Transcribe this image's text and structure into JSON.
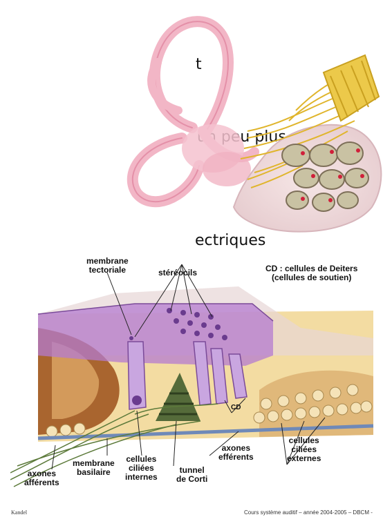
{
  "text_fragments": [
    "t",
    "un peu plus",
    "ectriques"
  ],
  "labels": {
    "membrane_tectoriale": [
      "membrane",
      "tectoriale"
    ],
    "stereocils": "stéréocils",
    "cd_legend": [
      "CD : cellules de Deiters",
      "(cellules de soutien)"
    ],
    "cd": "CD",
    "axones_afferents": [
      "axones",
      "afférents"
    ],
    "membrane_basilaire": [
      "membrane",
      "basilaire"
    ],
    "cellules_ciliees_internes": [
      "cellules",
      "ciliées",
      "internes"
    ],
    "tunnel_de_corti": [
      "tunnel",
      "de Corti"
    ],
    "axones_efferents": [
      "axones",
      "efférents"
    ],
    "cellules_ciliees_externes": [
      "cellules",
      "ciliées",
      "externes"
    ]
  },
  "footer": {
    "source": "Kandel",
    "course": "Cours système auditif – année 2004-2005 – DBCM -"
  },
  "colors": {
    "canal_pink": "#f2b6c6",
    "nerve_yellow": "#e9c43c",
    "membrane_purple": "#b47bd0",
    "hair_cell_lilac": "#c9a6e0",
    "tissue_brown": "#a9652f",
    "tissue_cream": "#f3dca2",
    "basilar_blue": "#6f89b8",
    "fiber_green": "#5c7a3a"
  }
}
